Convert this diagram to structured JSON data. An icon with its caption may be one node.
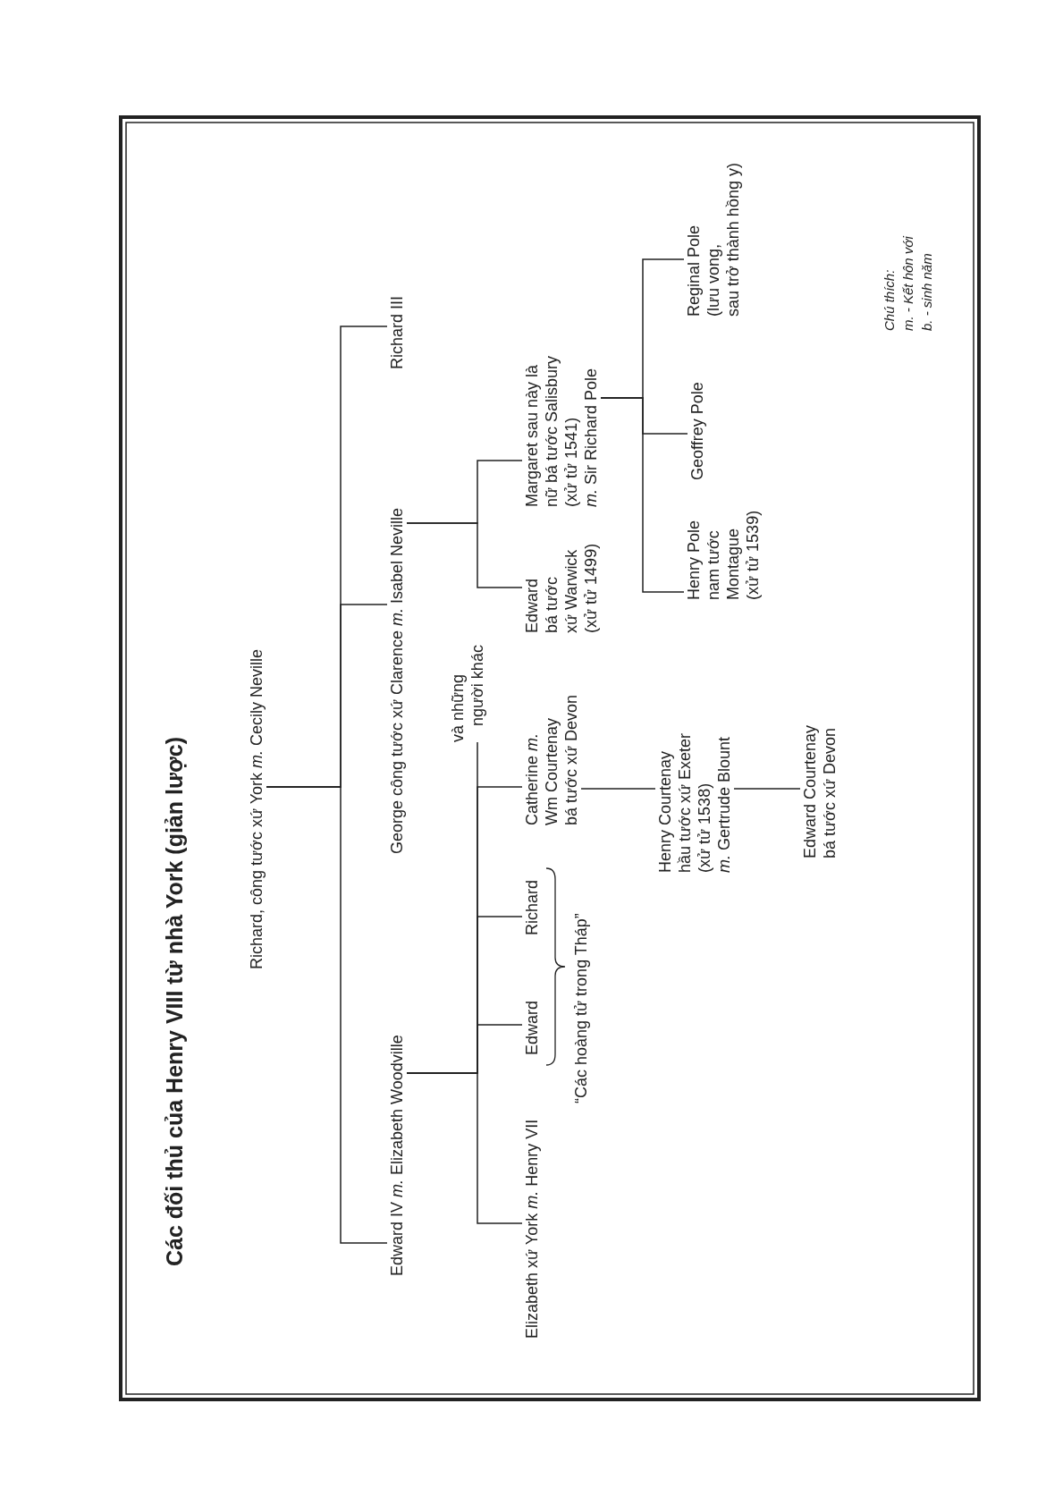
{
  "diagram": {
    "title": "Các đối thủ của Henry VIII từ nhà York (giản lược)",
    "nodes": [
      {
        "text": [
          "Richard, công tước xứ York *m.* Cecily Neville"
        ]
      },
      {
        "text": [
          "Edward IV  *m.* Elizabeth Woodville"
        ]
      },
      {
        "text": [
          "George công tước xứ Clarence *m.* Isabel Neville"
        ]
      },
      {
        "text": [
          "Richard III"
        ]
      },
      {
        "text": [
          "Elizabeth xứ York *m.* Henry VII"
        ]
      },
      {
        "text": [
          "Edward"
        ]
      },
      {
        "text": [
          "Richard"
        ]
      },
      {
        "text": [
          "Catherine *m.* Wm Courtenay bá tước xứ Devon"
        ]
      },
      {
        "text": [
          "và những người khác"
        ]
      },
      {
        "text": [
          "Edward bá tước xứ Warwick (xử tử 1499)"
        ]
      },
      {
        "text": [
          "Margaret sau này là nữ bá tước Salisbury (xử tử 1541) *m.* Sir Richard Pole"
        ]
      },
      {
        "text": [
          "Henry Courtenay hầu tước xứ Exeter (xử tử 1538) *m.* Gertrude Blount"
        ]
      },
      {
        "text": [
          "Henry Pole nam tước Montague (xử tử 1539)"
        ]
      },
      {
        "text": [
          "Geoffrey Pole"
        ]
      },
      {
        "text": [
          "Reginal Pole (lưu vong, sau trở thành hồng y)"
        ]
      },
      {
        "text": [
          "Edward Courtenay bá tước xứ Devon"
        ]
      }
    ],
    "edges": [
      {
        "from": 0,
        "to": 1,
        "arrow": "none"
      },
      {
        "from": 0,
        "to": 2,
        "arrow": "none"
      },
      {
        "from": 0,
        "to": 3,
        "arrow": "none"
      },
      {
        "from": 1,
        "to": 4,
        "arrow": "none"
      },
      {
        "from": 1,
        "to": 5,
        "arrow": "none"
      },
      {
        "from": 1,
        "to": 6,
        "arrow": "none"
      },
      {
        "from": 1,
        "to": 7,
        "arrow": "none"
      },
      {
        "from": 1,
        "to": 8,
        "arrow": "none"
      },
      {
        "from": 2,
        "to": 9,
        "arrow": "none"
      },
      {
        "from": 2,
        "to": 10,
        "arrow": "none"
      },
      {
        "from": 7,
        "to": 11,
        "arrow": "none"
      },
      {
        "from": 10,
        "to": 12,
        "arrow": "none"
      },
      {
        "from": 10,
        "to": 13,
        "arrow": "none"
      },
      {
        "from": 10,
        "to": 14,
        "arrow": "none"
      },
      {
        "from": 11,
        "to": 15,
        "arrow": "none"
      }
    ],
    "labels": [
      "“Các hoàng tử trong Tháp”",
      "Chú thích:",
      "m. - Kết hôn với",
      "b. - sinh năm"
    ]
  }
}
